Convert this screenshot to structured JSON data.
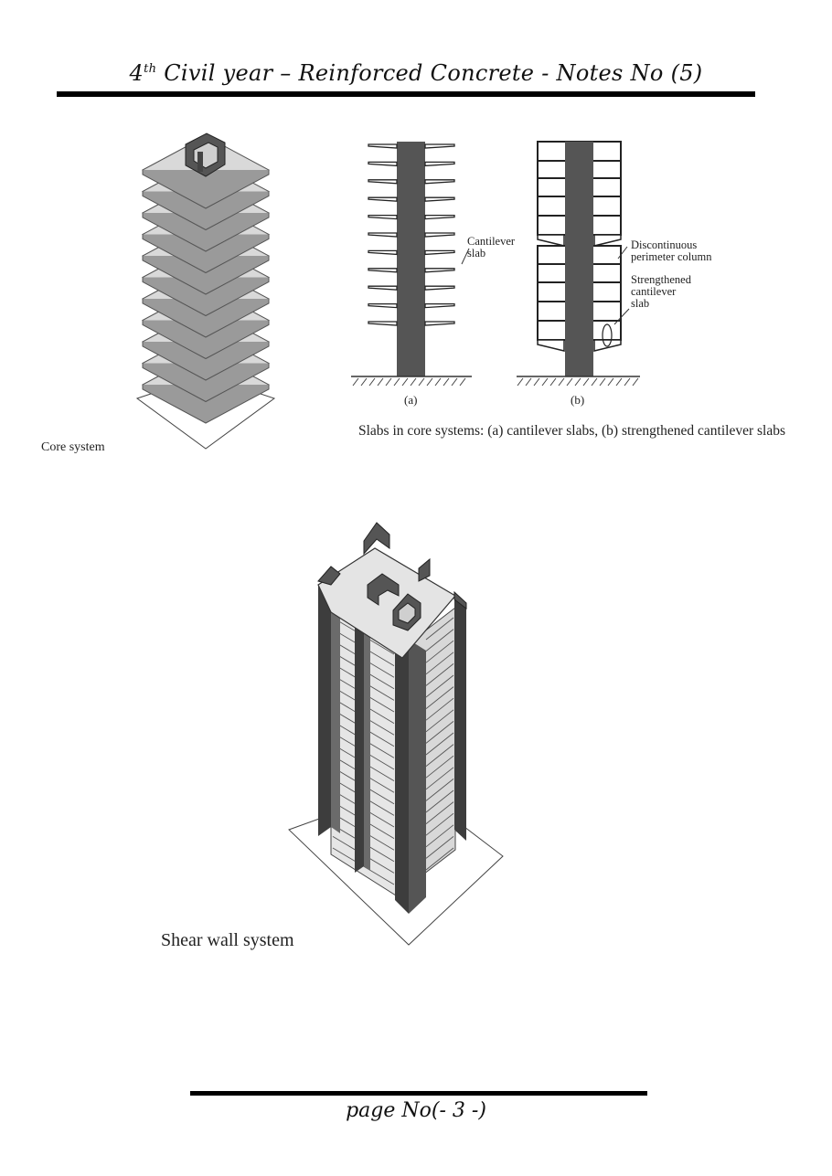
{
  "header": {
    "title_prefix": "4",
    "title_sup": "th",
    "title_rest": " Civil year – Reinforced Concrete - Notes No (5)"
  },
  "figures": {
    "core_caption": "Core system",
    "slabs_caption": "Slabs in core systems: (a) cantilever slabs, (b) strengthened cantilever slabs",
    "label_a": "(a)",
    "label_b": "(b)",
    "cantilever_slab": "Cantilever\nslab",
    "discontinuous_column": "Discontinuous\nperimeter column",
    "strengthened_slab": "Strengthened\ncantilever\nslab",
    "shear_caption": "Shear wall system"
  },
  "footer": {
    "page_label": "page No(- 3 -)"
  }
}
